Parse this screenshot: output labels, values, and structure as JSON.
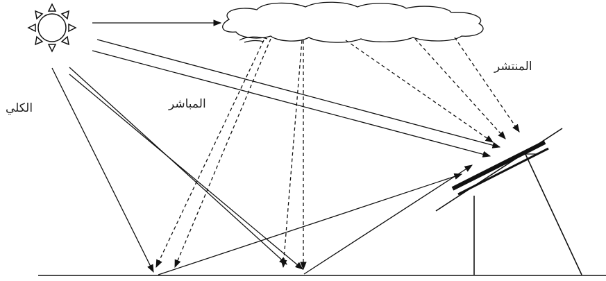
{
  "labels": {
    "global": "الكلي",
    "direct": "المباشر",
    "diffuse": "المنتشر"
  },
  "icons": {
    "sun": "sun-icon",
    "cloud": "cloud-icon",
    "panel": "solar-panel-icon"
  },
  "colors": {
    "line": "#111111",
    "background": "#ffffff"
  }
}
